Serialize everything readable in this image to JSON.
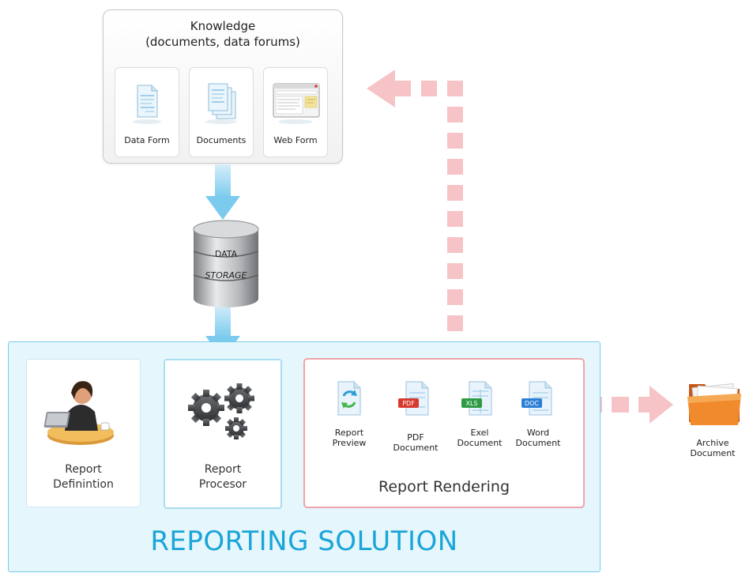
{
  "knowledge": {
    "title_line1": "Knowledge",
    "title_line2": "(documents, data forums)",
    "cards": [
      {
        "label": "Data Form",
        "icon": "data-form-icon"
      },
      {
        "label": "Documents",
        "icon": "documents-icon"
      },
      {
        "label": "Web Form",
        "icon": "web-form-icon"
      }
    ]
  },
  "storage": {
    "line1": "DATA",
    "line2": "STORAGE"
  },
  "solution": {
    "title": "REPORTING SOLUTION",
    "definition": {
      "line1": "Report",
      "line2": "Definintion"
    },
    "processor": {
      "line1": "Report",
      "line2": "Procesor"
    },
    "rendering": {
      "title": "Report Rendering",
      "outputs": [
        {
          "line1": "Report",
          "line2": "Preview",
          "badge": ""
        },
        {
          "line1": "PDF",
          "line2": "Document",
          "badge": "PDF"
        },
        {
          "line1": "Exel",
          "line2": "Document",
          "badge": "XLS"
        },
        {
          "line1": "Word",
          "line2": "Document",
          "badge": "DOC"
        }
      ]
    }
  },
  "archive": {
    "line1": "Archive",
    "line2": "Document"
  },
  "colors": {
    "flow_arrow": "#8fd4ef",
    "feedback_arrow": "#f6c4c7",
    "solution_bg": "#e6f6fd",
    "solution_title": "#1aa5d8",
    "render_border": "#f0a3aa",
    "pdf_badge": "#d63a2f",
    "xls_badge": "#2e9a44",
    "doc_badge": "#2b7fd6"
  }
}
